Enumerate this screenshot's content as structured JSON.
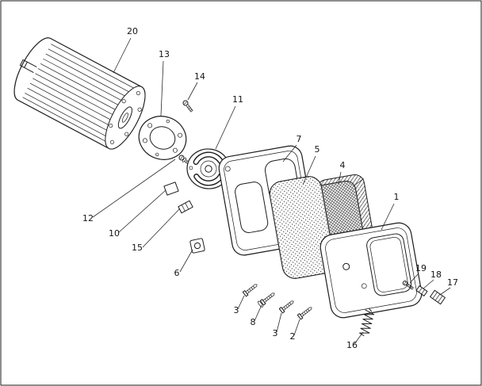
{
  "figure": {
    "kind": "exploded-parts-diagram",
    "background": "#ffffff",
    "line_color": "#1c1c1c",
    "callouts": [
      {
        "part": "20"
      },
      {
        "part": "13"
      },
      {
        "part": "14"
      },
      {
        "part": "11"
      },
      {
        "part": "7"
      },
      {
        "part": "5"
      },
      {
        "part": "4"
      },
      {
        "part": "1"
      },
      {
        "part": "19"
      },
      {
        "part": "18"
      },
      {
        "part": "17"
      },
      {
        "part": "16"
      },
      {
        "part": "2"
      },
      {
        "part": "3"
      },
      {
        "part": "8"
      },
      {
        "part": "3"
      },
      {
        "part": "6"
      },
      {
        "part": "15"
      },
      {
        "part": "10"
      },
      {
        "part": "12"
      }
    ]
  }
}
